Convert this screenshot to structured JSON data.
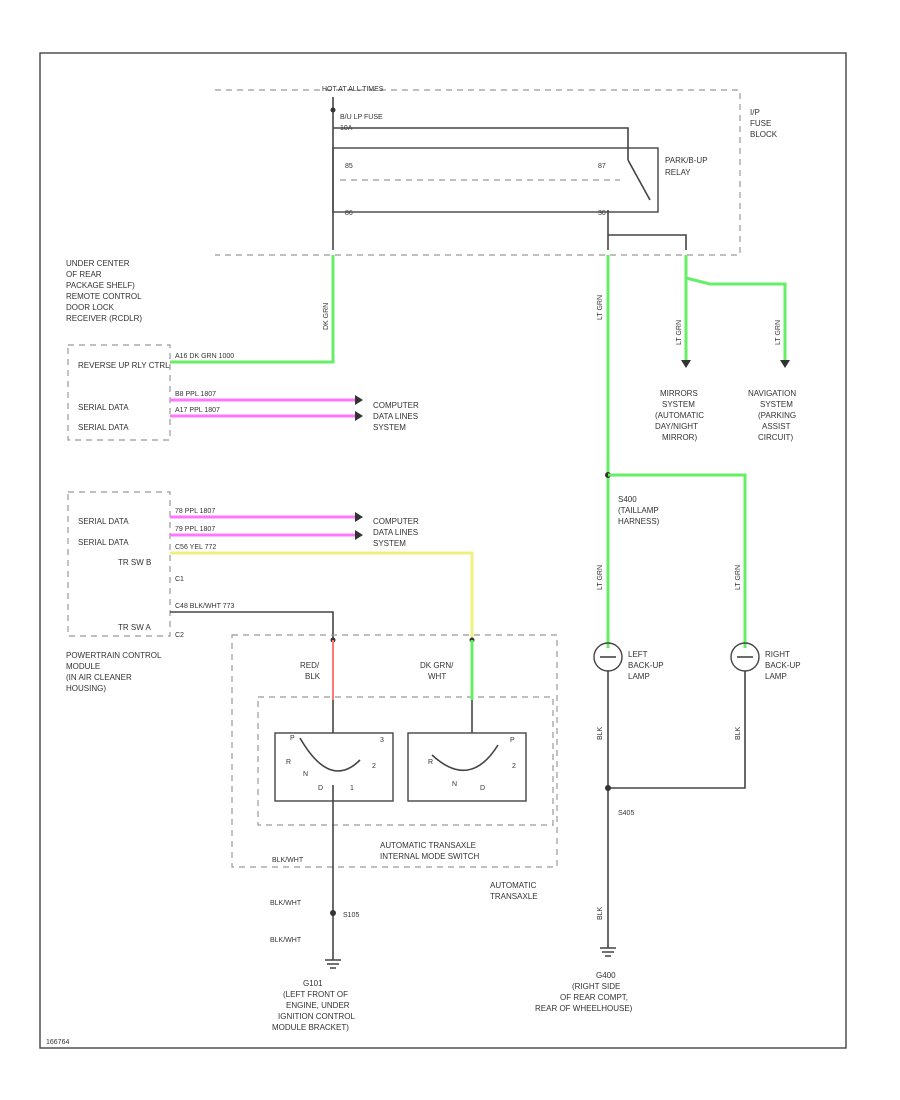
{
  "diagram": {
    "top_label": "HOT AT ALL TIMES",
    "fuse": {
      "name": "B/U LP FUSE",
      "rating": "10A"
    },
    "fuse_block": {
      "line1": "I/P",
      "line2": "FUSE",
      "line3": "BLOCK"
    },
    "relay": {
      "line1": "PARK/B-UP",
      "line2": "RELAY",
      "pin_85": "85",
      "pin_86": "86",
      "pin_87": "87",
      "pin_30": "30"
    },
    "rcdlr_location": [
      "UNDER CENTER",
      "OF REAR",
      "PACKAGE SHELF)",
      "REMOTE CONTROL",
      "DOOR LOCK",
      "RECEIVER (RCDLR)"
    ],
    "rcdlr_pins": [
      {
        "label": "REVERSE UP RLY CTRL",
        "wire": "A16  DK GRN  1000"
      },
      {
        "label": "SERIAL DATA",
        "wire": "B8  PPL  1807"
      },
      {
        "label": "SERIAL DATA",
        "wire": "A17  PPL  1807"
      }
    ],
    "computer_data_1": [
      "COMPUTER",
      "DATA LINES",
      "SYSTEM"
    ],
    "pcm_pins": [
      {
        "label": "SERIAL DATA",
        "wire": "78  PPL  1807"
      },
      {
        "label": "SERIAL DATA",
        "wire": "79  PPL  1807"
      },
      {
        "label": "TR SW B",
        "wire": "C56  YEL  772"
      },
      {
        "label": "TR SW A",
        "wire": "C48  BLK/WHT  773"
      }
    ],
    "pcm_connectors": {
      "c1": "C1",
      "c2": "C2"
    },
    "computer_data_2": [
      "COMPUTER",
      "DATA LINES",
      "SYSTEM"
    ],
    "pcm_location": [
      "POWERTRAIN CONTROL",
      "MODULE",
      "(IN AIR CLEANER",
      "HOUSING)"
    ],
    "trans_wires": {
      "left": [
        "RED/",
        "BLK"
      ],
      "right": [
        "DK GRN/",
        "WHT"
      ],
      "bottom": "BLK/WHT",
      "bottom2": "BLK/WHT",
      "bottom3": "BLK/WHT"
    },
    "trans_switch_label": [
      "AUTOMATIC TRANSAXLE",
      "INTERNAL MODE SWITCH"
    ],
    "trans_label": [
      "AUTOMATIC",
      "TRANSAXLE"
    ],
    "splice_s105": "S105",
    "ground_g101": [
      "G101",
      "(LEFT FRONT OF",
      "ENGINE, UNDER",
      "IGNITION CONTROL",
      "MODULE BRACKET)"
    ],
    "mirrors": [
      "MIRRORS",
      "SYSTEM",
      "(AUTOMATIC",
      "DAY/NIGHT",
      "MIRROR)"
    ],
    "navigation": [
      "NAVIGATION",
      "SYSTEM",
      "(PARKING",
      "ASSIST",
      "CIRCUIT)"
    ],
    "splice_s400": [
      "S400",
      "(TAILLAMP",
      "HARNESS)"
    ],
    "left_lamp": [
      "LEFT",
      "BACK-UP",
      "LAMP"
    ],
    "right_lamp": [
      "RIGHT",
      "BACK-UP",
      "LAMP"
    ],
    "splice_s405": "S405",
    "ground_g400": [
      "G400",
      "(RIGHT SIDE",
      "OF REAR COMPT,",
      "REAR OF WHEELHOUSE)"
    ],
    "wire_codes": {
      "lt_grn": "LT GRN",
      "dk_grn": "DK GRN",
      "blk": "BLK"
    },
    "switch_positions": {
      "p": "P",
      "r": "R",
      "n": "N",
      "d": "D",
      "pos3": "3",
      "pos2": "2",
      "pos1": "1"
    },
    "footer_code": "166764"
  }
}
